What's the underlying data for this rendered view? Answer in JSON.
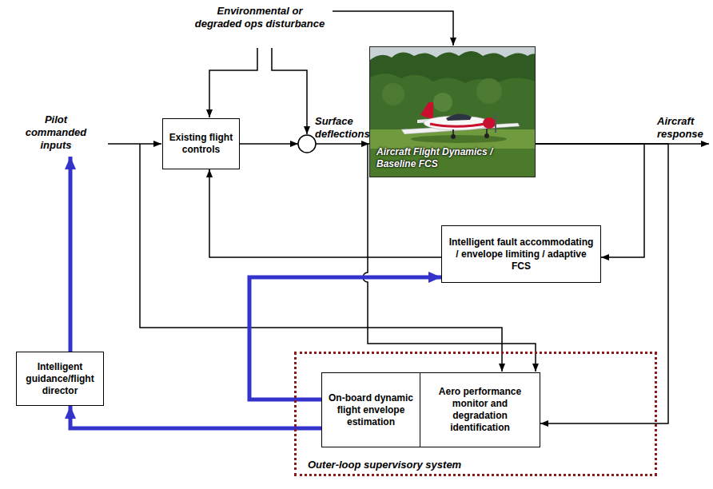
{
  "diagram": {
    "nodes": [
      {
        "text": [
          "Existing flight controls"
        ]
      },
      {
        "text": [
          "Aircraft Flight Dynamics / Baseline FCS"
        ]
      },
      {
        "text": [
          "Intelligent fault accommodating / envelope limiting / adaptive FCS"
        ]
      },
      {
        "text": [
          "Intelligent guidance/flight director"
        ]
      },
      {
        "text": [
          "Outer-loop supervisory system"
        ]
      },
      {
        "text": [
          "On-board dynamic flight envelope estimation"
        ],
        "in": 4
      },
      {
        "text": [
          "Aero performance monitor and degradation identification"
        ],
        "in": 4
      }
    ],
    "edges": [
      {
        "from": 0,
        "to": 1,
        "arrow": "to"
      },
      {
        "from": 2,
        "to": 0,
        "arrow": "to"
      },
      {
        "from": 1,
        "to": 2,
        "arrow": "to"
      },
      {
        "from": 1,
        "to": 6,
        "arrow": "to"
      },
      {
        "from": 5,
        "to": 2,
        "arrow": "to"
      },
      {
        "from": 5,
        "to": 3,
        "arrow": "to"
      }
    ],
    "labels": [
      "Environmental or degraded ops disturbance",
      "Pilot commanded inputs",
      "Surface deflections",
      "Aircraft response"
    ]
  }
}
